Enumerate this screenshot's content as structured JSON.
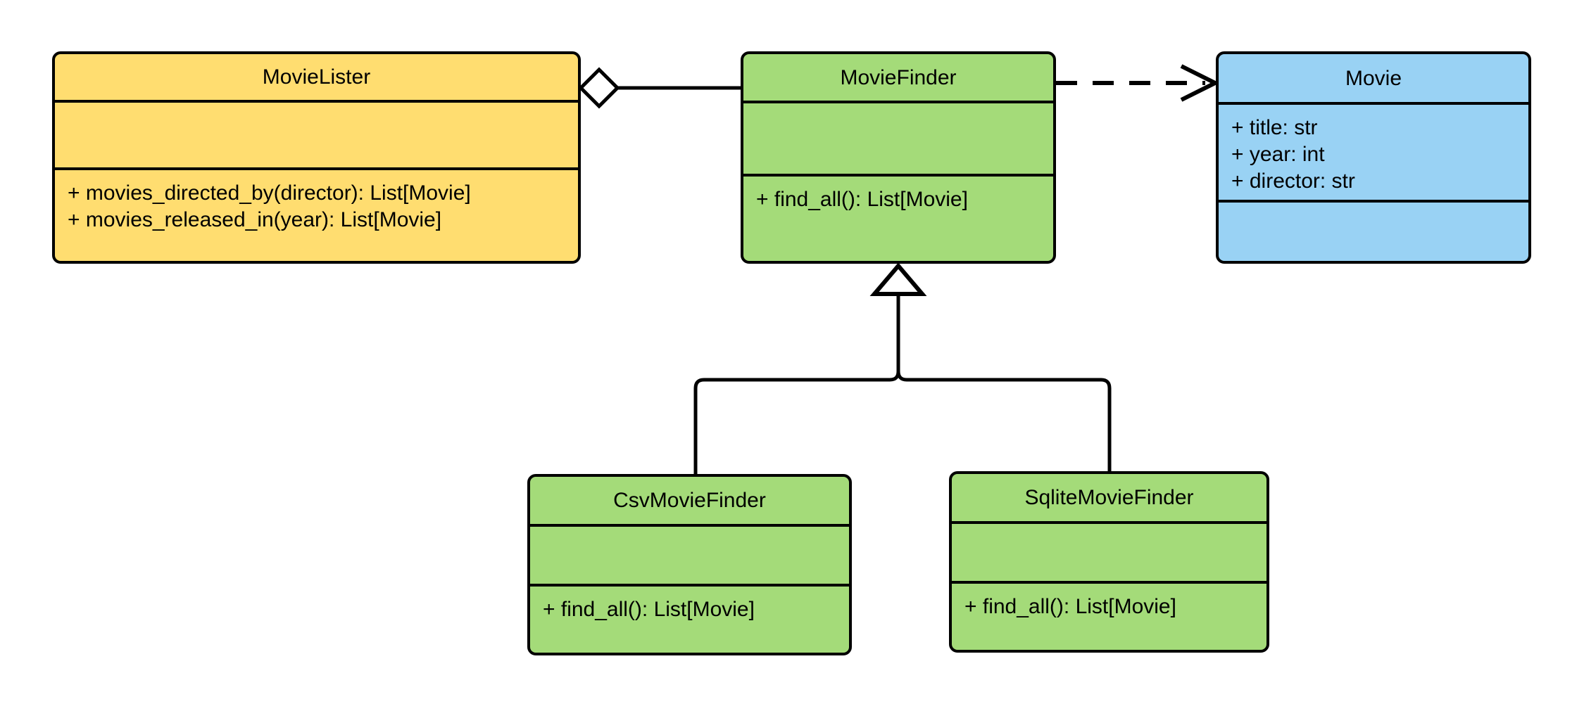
{
  "diagram": {
    "type": "uml-class-diagram",
    "title": "",
    "background_color": "#ffffff",
    "line_color": "#000000",
    "text_color": "#000000"
  },
  "classes": [
    {
      "id": "movie-lister",
      "name": "MovieLister",
      "fill": "#ffdd70",
      "attributes": [],
      "methods": [
        "+ movies_directed_by(director): List[Movie]",
        "+ movies_released_in(year): List[Movie]"
      ]
    },
    {
      "id": "movie-finder",
      "name": "MovieFinder",
      "fill": "#a4db79",
      "attributes": [],
      "methods": [
        "+ find_all(): List[Movie]"
      ]
    },
    {
      "id": "movie",
      "name": "Movie",
      "fill": "#99d2f4",
      "attributes": [
        "+ title: str",
        "+ year: int",
        "+ director: str"
      ],
      "methods": []
    },
    {
      "id": "csv-movie-finder",
      "name": "CsvMovieFinder",
      "fill": "#a4db79",
      "attributes": [],
      "methods": [
        "+ find_all(): List[Movie]"
      ]
    },
    {
      "id": "sqlite-movie-finder",
      "name": "SqliteMovieFinder",
      "fill": "#a4db79",
      "attributes": [],
      "methods": [
        "+ find_all(): List[Movie]"
      ]
    }
  ],
  "relationships": [
    {
      "id": "lister-finder",
      "kind": "aggregation",
      "from": "MovieLister",
      "to": "MovieFinder",
      "line_style": "solid",
      "source_marker": "hollow-diamond",
      "target_marker": "none",
      "label": ""
    },
    {
      "id": "finder-movie",
      "kind": "dependency",
      "from": "MovieFinder",
      "to": "Movie",
      "line_style": "dashed",
      "source_marker": "none",
      "target_marker": "open-arrow",
      "label": ""
    },
    {
      "id": "csv-finder-generalization",
      "kind": "generalization",
      "from": "CsvMovieFinder",
      "to": "MovieFinder",
      "line_style": "solid",
      "source_marker": "none",
      "target_marker": "hollow-triangle",
      "label": ""
    },
    {
      "id": "sqlite-finder-generalization",
      "kind": "generalization",
      "from": "SqliteMovieFinder",
      "to": "MovieFinder",
      "line_style": "solid",
      "source_marker": "none",
      "target_marker": "hollow-triangle",
      "label": ""
    }
  ]
}
